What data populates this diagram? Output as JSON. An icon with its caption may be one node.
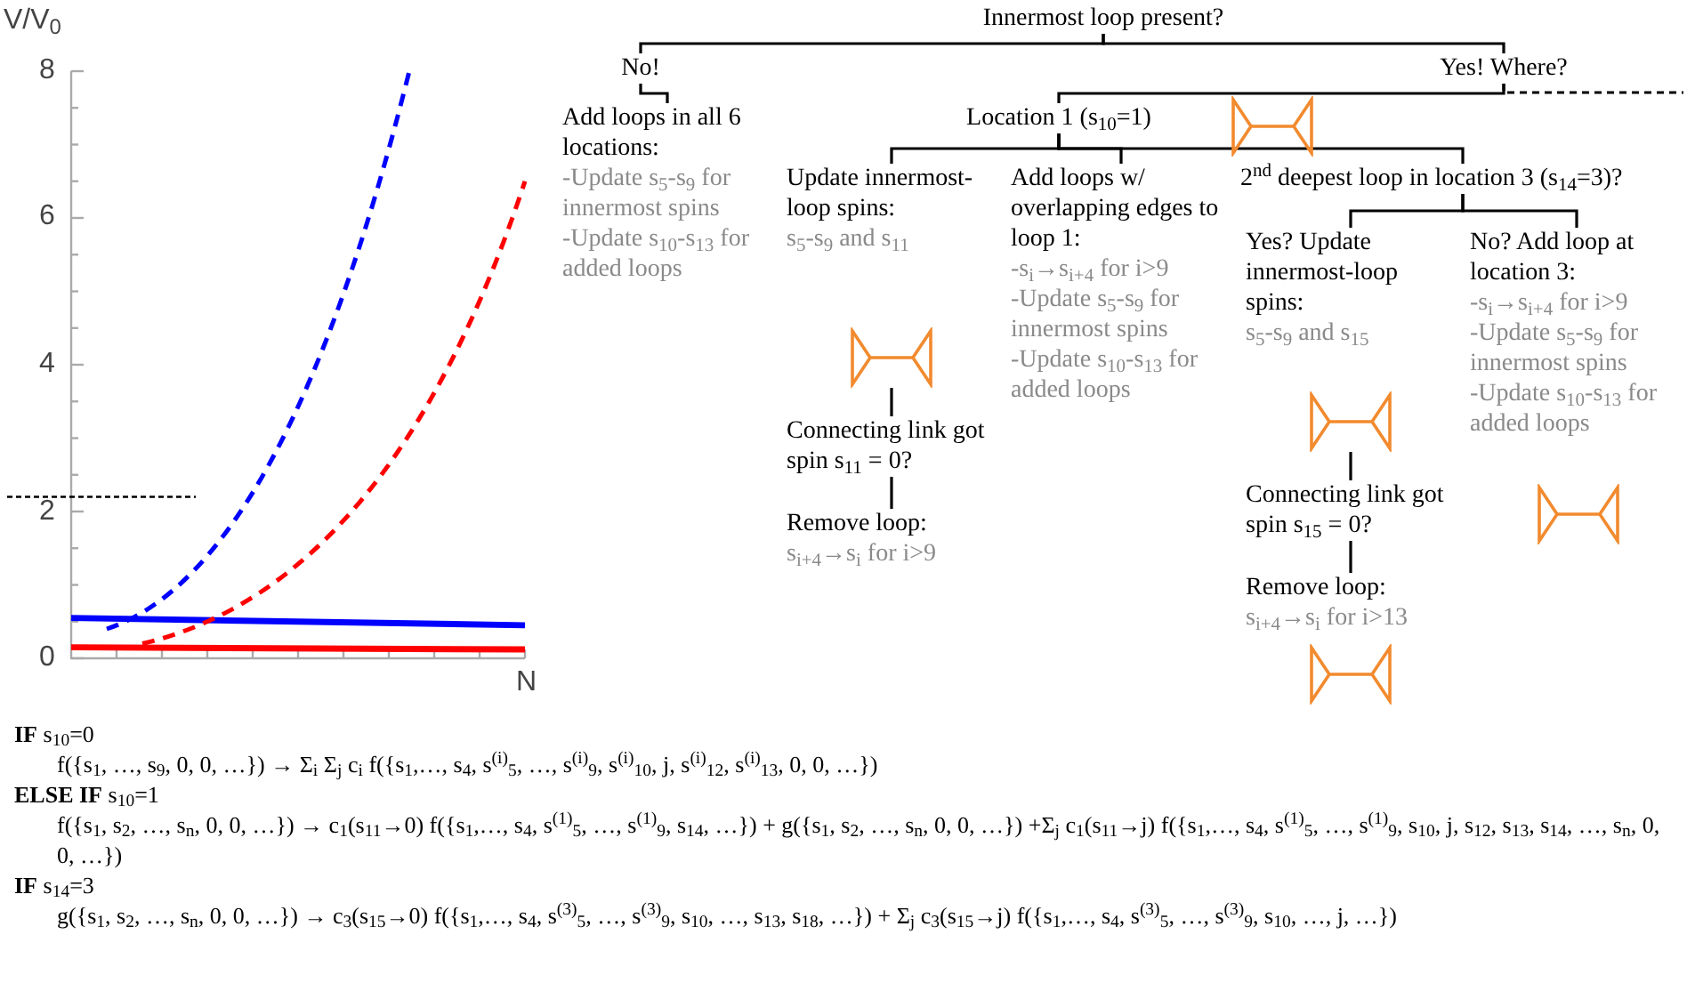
{
  "diagram": {
    "nodes": [
      {
        "text": [
          "Innermost loop present?"
        ]
      },
      {
        "text": [
          "No!"
        ]
      },
      {
        "text": [
          "Yes! Where?"
        ]
      },
      {
        "text": [
          "Add loops in all 6 locations:",
          "-Update s$_{5}$-s$_{9}$ for innermost spins",
          "-Update s$_{10}$-s$_{13}$ for added loops"
        ]
      },
      {
        "text": [
          "Location 1 (s$_{10}$=1)"
        ]
      },
      {
        "text": [
          "Update innermost-loop spins:",
          "s$_{5}$-s$_{9}$ and s$_{11}$"
        ]
      },
      {
        "text": [],
        "shape": "picture"
      },
      {
        "text": [
          "Connecting link got spin s$_{11}$ = 0?"
        ]
      },
      {
        "text": [
          "Remove loop:",
          "s$_{i+4}$→s$_{i}$ for i>9"
        ]
      },
      {
        "text": [
          "Add loops w/ overlapping edges to loop 1:",
          "-s$_{i}$→s$_{i+4}$ for i>9",
          "-Update s$_{5}$-s$_{9}$ for innermost spins",
          "-Update s$_{10}$-s$_{13}$ for added loops"
        ]
      },
      {
        "text": [
          "2$^{nd}$ deepest loop in location 3 (s$_{14}$=3)?"
        ]
      },
      {
        "text": [
          "Yes? Update innermost-loop spins:",
          "s$_{5}$-s$_{9}$ and s$_{15}$"
        ]
      },
      {
        "text": [],
        "shape": "picture"
      },
      {
        "text": [
          "Connecting link got spin s$_{15}$ = 0?"
        ]
      },
      {
        "text": [
          "Remove loop:",
          "s$_{i+4}$→s$_{i}$ for i>13"
        ]
      },
      {
        "text": [
          "No? Add loop at location 3:",
          "-s$_{i}$→s$_{i+4}$ for i>9",
          "-Update s$_{5}$-s$_{9}$ for innermost spins",
          "-Update s$_{10}$-s$_{13}$ for added loops"
        ]
      }
    ],
    "edges": [
      {
        "from": 0,
        "to": 1,
        "arrow": "none"
      },
      {
        "from": 0,
        "to": 2,
        "arrow": "none"
      },
      {
        "from": 1,
        "to": 3,
        "arrow": "none"
      },
      {
        "from": 2,
        "to": 4,
        "arrow": "none"
      },
      {
        "from": 2,
        "to": null,
        "arrow": "none",
        "style": "dashed"
      },
      {
        "from": 4,
        "to": 5,
        "arrow": "none"
      },
      {
        "from": 4,
        "to": 9,
        "arrow": "none"
      },
      {
        "from": 4,
        "to": 10,
        "arrow": "none"
      },
      {
        "from": 10,
        "to": 11,
        "arrow": "none"
      },
      {
        "from": 10,
        "to": 15,
        "arrow": "none"
      },
      {
        "from": 6,
        "to": 7,
        "arrow": "none"
      },
      {
        "from": 7,
        "to": 8,
        "arrow": "none"
      },
      {
        "from": 12,
        "to": 13,
        "arrow": "none"
      },
      {
        "from": 13,
        "to": 14,
        "arrow": "none"
      }
    ],
    "labels": [
      "V/V$_{0}$",
      "8",
      "6",
      "4",
      "2",
      "0",
      "N",
      "**IF** s$_{10}$=0",
      "f({s$_{1}$, …, s$_{9}$, 0, 0, …}) → Σ$_{i}$ Σ$_{j}$ c$_{i}$ f({s$_{1}$,…, s$_{4}$, s$^{(i)}$$_{5}$, …, s$^{(i)}$$_{9}$, s$^{(i)}$$_{10}$, j, s$^{(i)}$$_{12}$, s$^{(i)}$$_{13}$, 0, 0, …})",
      "**ELSE IF** s$_{10}$=1",
      "f({s$_{1}$, s$_{2}$, …, s$_{n}$, 0, 0, …}) → c$_{1}$(s$_{11}$→0) f({s$_{1}$,…, s$_{4}$, s$^{(1)}$$_{5}$, …, s$^{(1)}$$_{9}$, s$_{14}$, …}) + g({s$_{1}$, s$_{2}$, …, s$_{n}$, 0, 0, …}) +Σ$_{j}$ c$_{1}$(s$_{11}$→j) f({s$_{1}$,…, s$_{4}$, s$^{(1)}$$_{5}$, …, s$^{(1)}$$_{9}$, s$_{10}$, j, s$_{12}$, s$_{13}$, s$_{14}$, …, s$_{n}$, 0, 0, …})",
      "**IF** s$_{14}$=3",
      "g({s$_{1}$, s$_{2}$, …, s$_{n}$, 0, 0, …}) → c$_{3}$(s$_{15}$→0) f({s$_{1}$,…, s$_{4}$, s$^{(3)}$$_{5}$, …, s$^{(3)}$$_{9}$, s$_{10}$, …, s$_{13}$, s$_{18}$, …}) + Σ$_{j}$ c$_{3}$(s$_{15}$→j) f({s$_{1}$,…, s$_{4}$, s$^{(3)}$$_{5}$, …, s$^{(3)}$$_{9}$, s$_{10}$, …, j, …})"
    ]
  }
}
